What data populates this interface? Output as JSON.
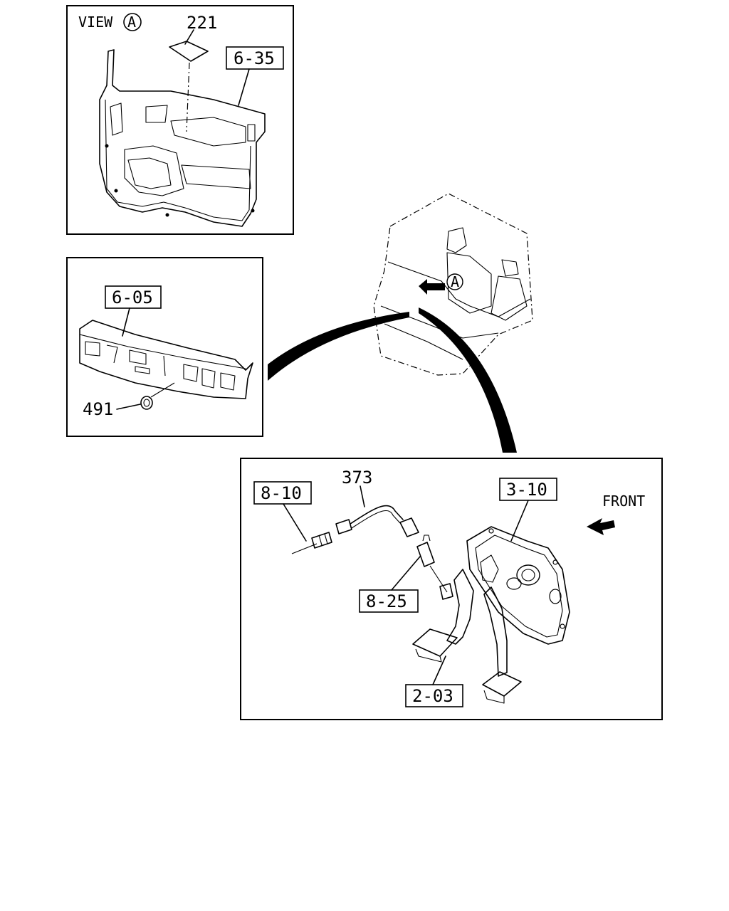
{
  "view_title": "VIEW",
  "view_marker": "A",
  "front_label": "FRONT",
  "callouts": {
    "c221": "221",
    "c635": "6-35",
    "c605": "6-05",
    "c491": "491",
    "c373": "373",
    "c810": "8-10",
    "c310": "3-10",
    "c825": "8-25",
    "c203": "2-03"
  }
}
